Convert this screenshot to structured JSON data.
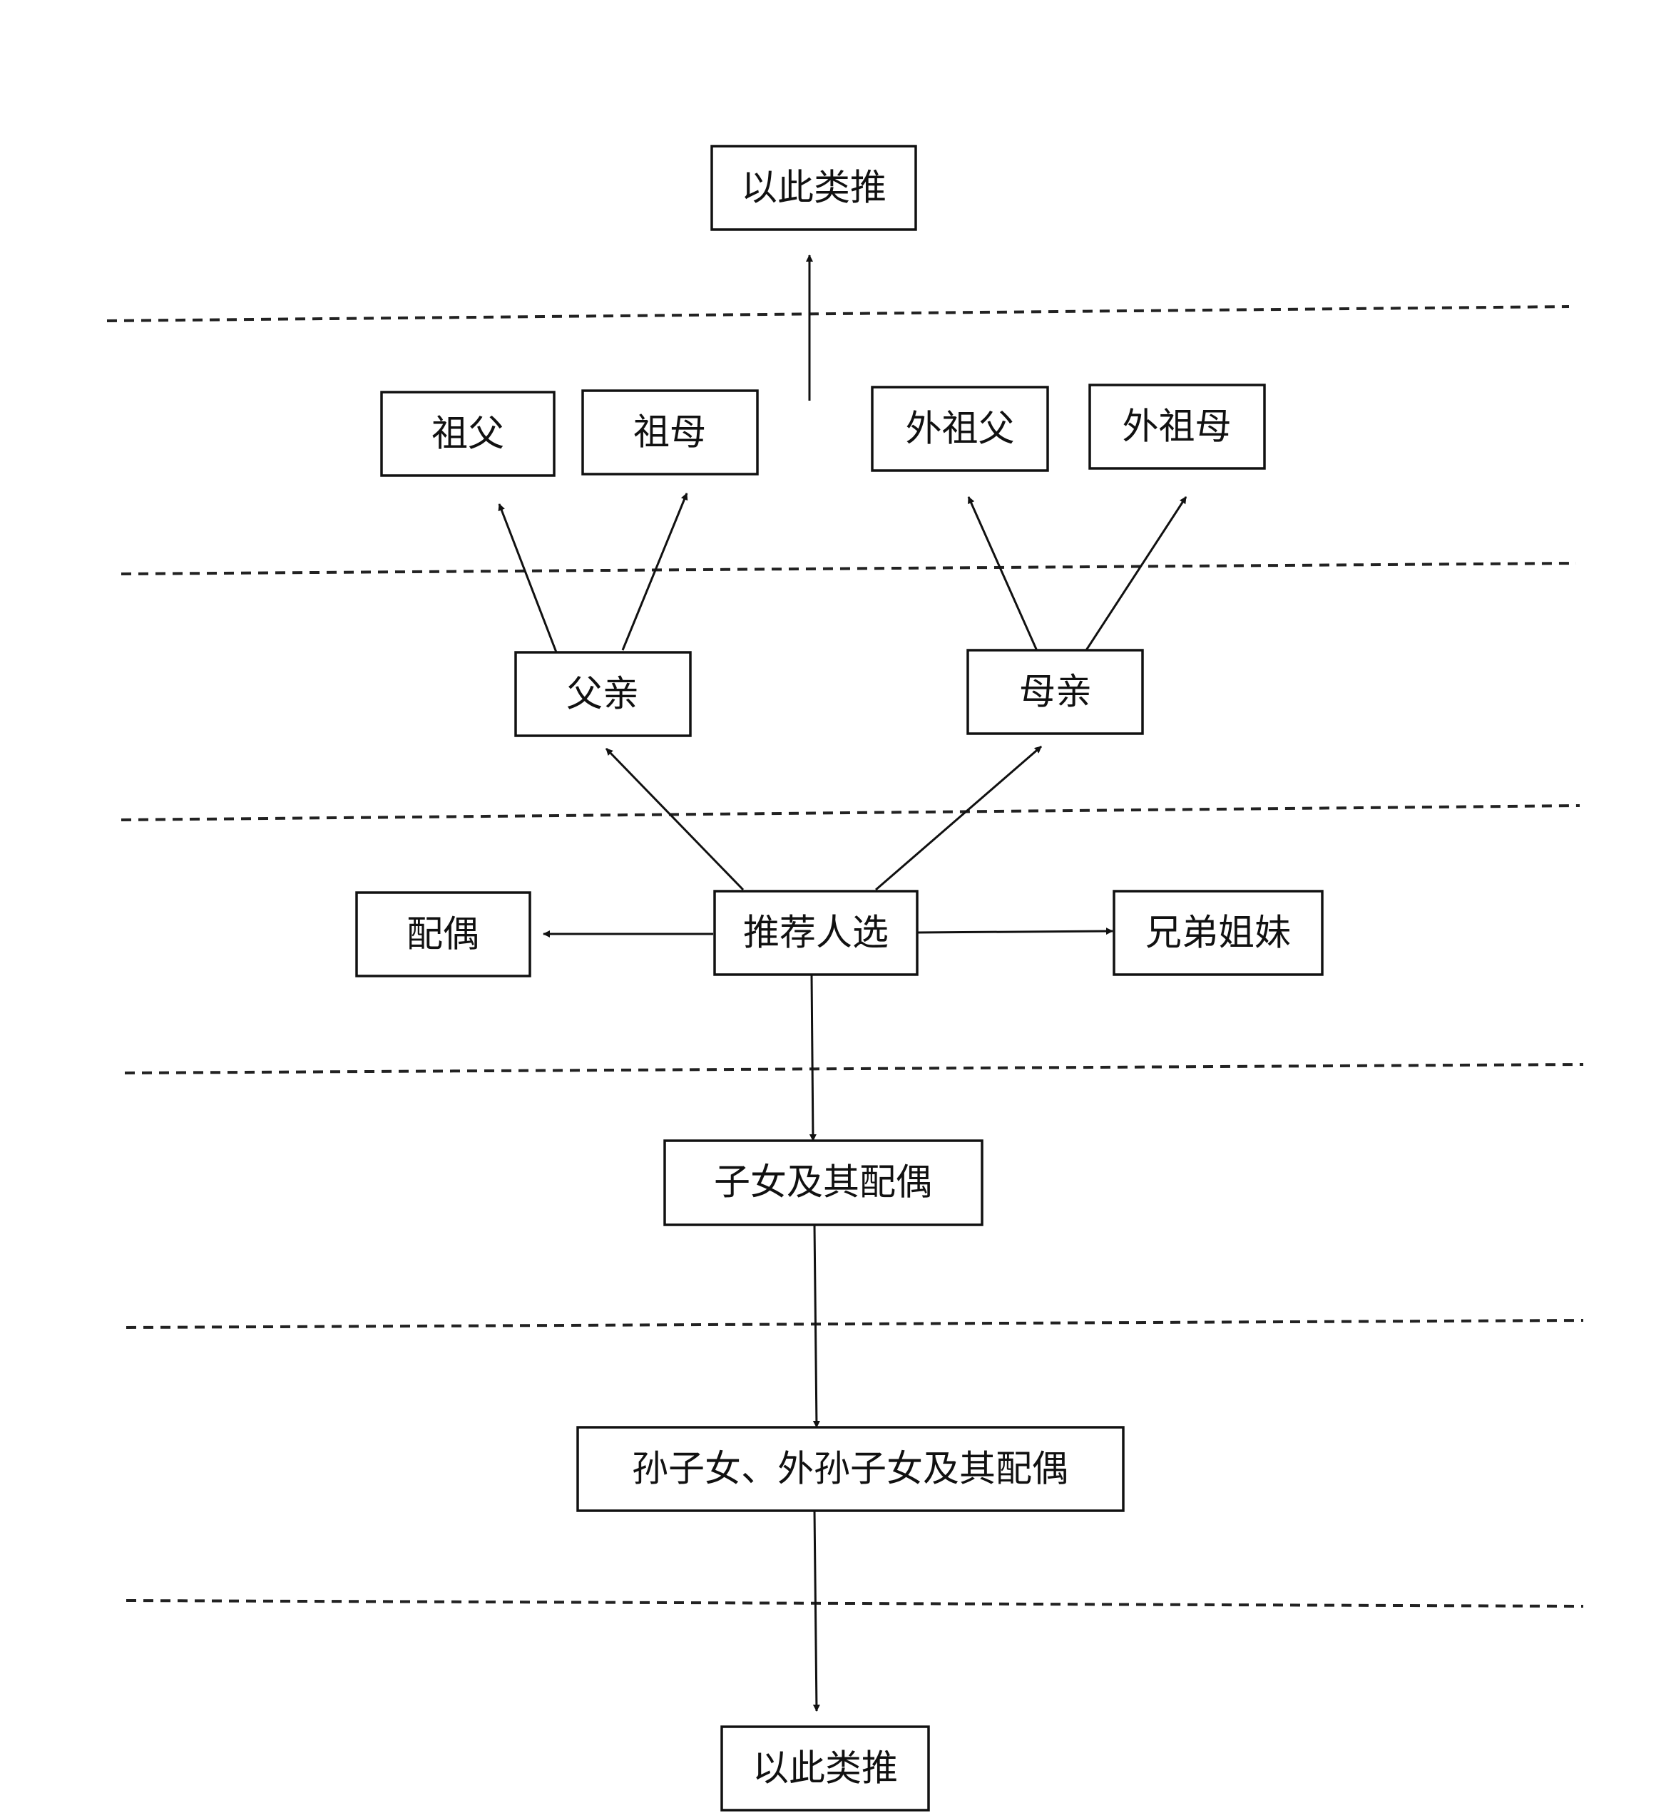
{
  "nodes": {
    "top_more": "以此类推",
    "grandfather": "祖父",
    "grandmother": "祖母",
    "maternal_grandfather": "外祖父",
    "maternal_grandmother": "外祖母",
    "father": "父亲",
    "mother": "母亲",
    "spouse": "配偶",
    "candidate": "推荐人选",
    "siblings": "兄弟姐妹",
    "children": "子女及其配偶",
    "grandchildren": "孙子女、外孙子女及其配偶",
    "bottom_more": "以此类推"
  },
  "edges": [
    {
      "from": "candidate",
      "to": "father"
    },
    {
      "from": "candidate",
      "to": "mother"
    },
    {
      "from": "candidate",
      "to": "spouse"
    },
    {
      "from": "candidate",
      "to": "siblings"
    },
    {
      "from": "candidate",
      "to": "children"
    },
    {
      "from": "children",
      "to": "grandchildren"
    },
    {
      "from": "grandchildren",
      "to": "bottom_more"
    },
    {
      "from": "father",
      "to": "grandfather"
    },
    {
      "from": "father",
      "to": "grandmother"
    },
    {
      "from": "mother",
      "to": "maternal_grandfather"
    },
    {
      "from": "mother",
      "to": "maternal_grandmother"
    }
  ],
  "style": {
    "line_color": "#111111",
    "divider_style": "dashed"
  }
}
